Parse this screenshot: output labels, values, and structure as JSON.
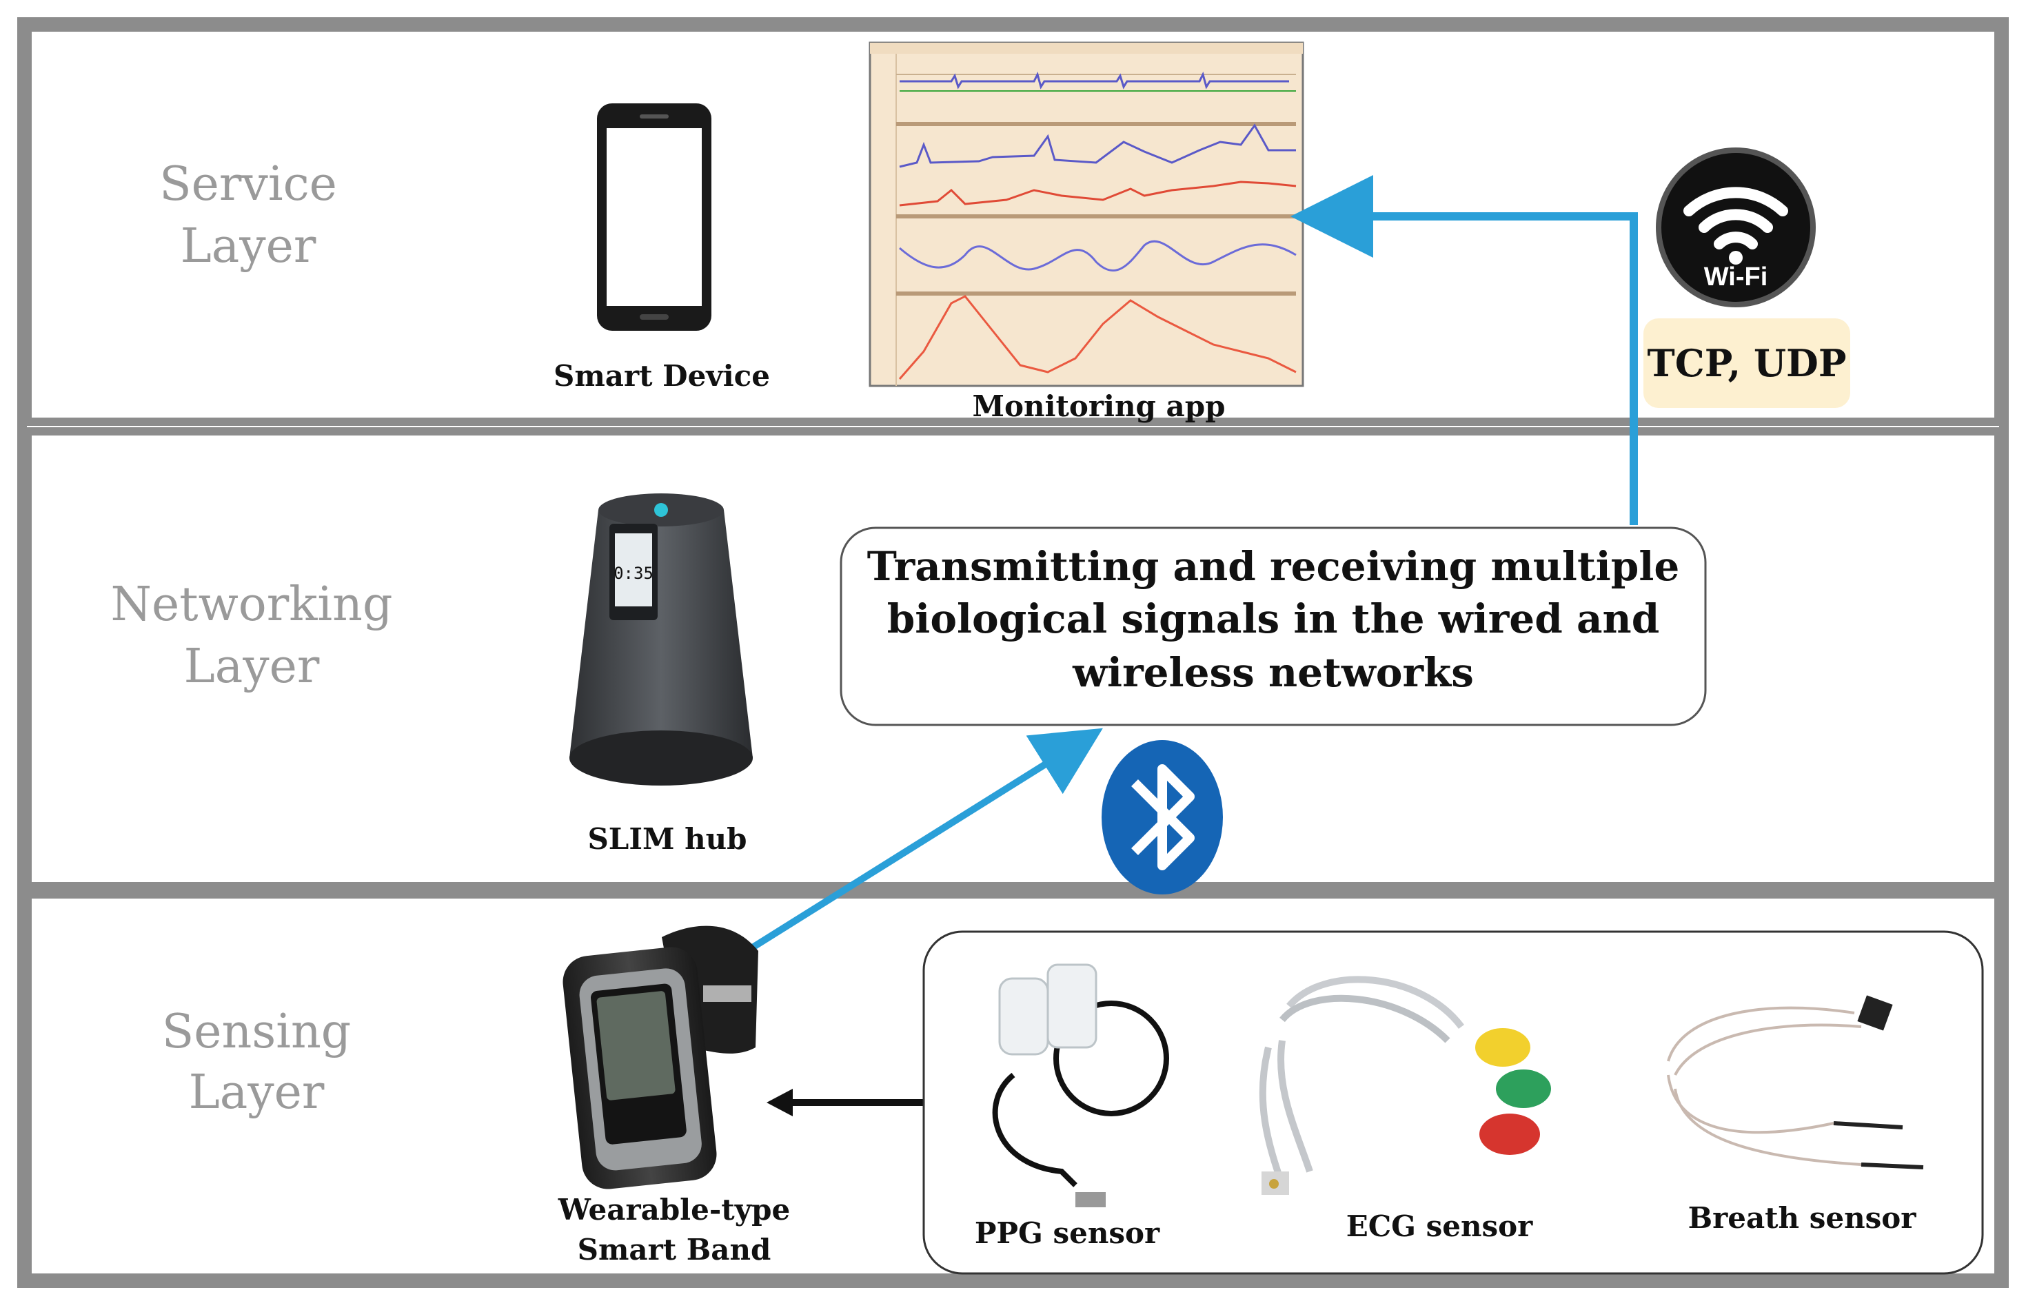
{
  "layers": [
    {
      "title_line1": "Service",
      "title_line2": "Layer"
    },
    {
      "title_line1": "Networking",
      "title_line2": "Layer"
    },
    {
      "title_line1": "Sensing",
      "title_line2": "Layer"
    }
  ],
  "service": {
    "smart_device_label": "Smart Device",
    "monitoring_app_label": "Monitoring  app",
    "wifi_icon_text": "Wi-Fi",
    "protocol_label": "TCP, UDP"
  },
  "networking": {
    "hub_label": "SLIM hub",
    "hub_screen_text": "0:35",
    "message_line1": "Transmitting and receiving multiple",
    "message_line2": "biological signals in the wired and",
    "message_line3": "wireless networks"
  },
  "sensing": {
    "band_label_line1": "Wearable-type",
    "band_label_line2": "Smart Band",
    "ppg_label": "PPG sensor",
    "ecg_label": "ECG sensor",
    "breath_label": "Breath sensor"
  },
  "colors": {
    "frame": "#8c8c8c",
    "arrow_blue": "#2a9fd8",
    "bluetooth": "#1565b5",
    "protocol_bg": "#fdf0d0",
    "app_bg": "#f6e6cf"
  }
}
